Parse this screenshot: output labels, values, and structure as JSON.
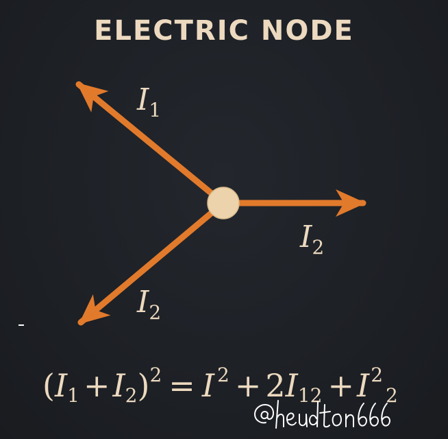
{
  "title": "ELECTRIC NODE",
  "colors": {
    "background": "#1e2126",
    "arrow": "#e27a2c",
    "node": "#ecd3ab",
    "text": "#ecd9bf"
  },
  "labels": {
    "upper_left": {
      "symbol": "I",
      "subscript": "1"
    },
    "right": {
      "symbol": "I",
      "subscript": "2"
    },
    "lower_left": {
      "symbol": "I",
      "subscript": "2"
    }
  },
  "equation": {
    "open_paren": "(",
    "t1_sym": "I",
    "t1_sub": "1",
    "plus1": "+",
    "t2_sym": "I",
    "t2_sub": "2",
    "close_paren": ")",
    "lhs_exp": "2",
    "equals": "=",
    "t3_sym": "I",
    "t3_exp": "2",
    "plus2": "+",
    "coef": "2",
    "t4_sym": "I",
    "t4_sub": "12",
    "plus3": "+",
    "t5_sym": "I",
    "t5_exp": "2",
    "t5_sub": "2"
  },
  "watermark": "@heudton666"
}
